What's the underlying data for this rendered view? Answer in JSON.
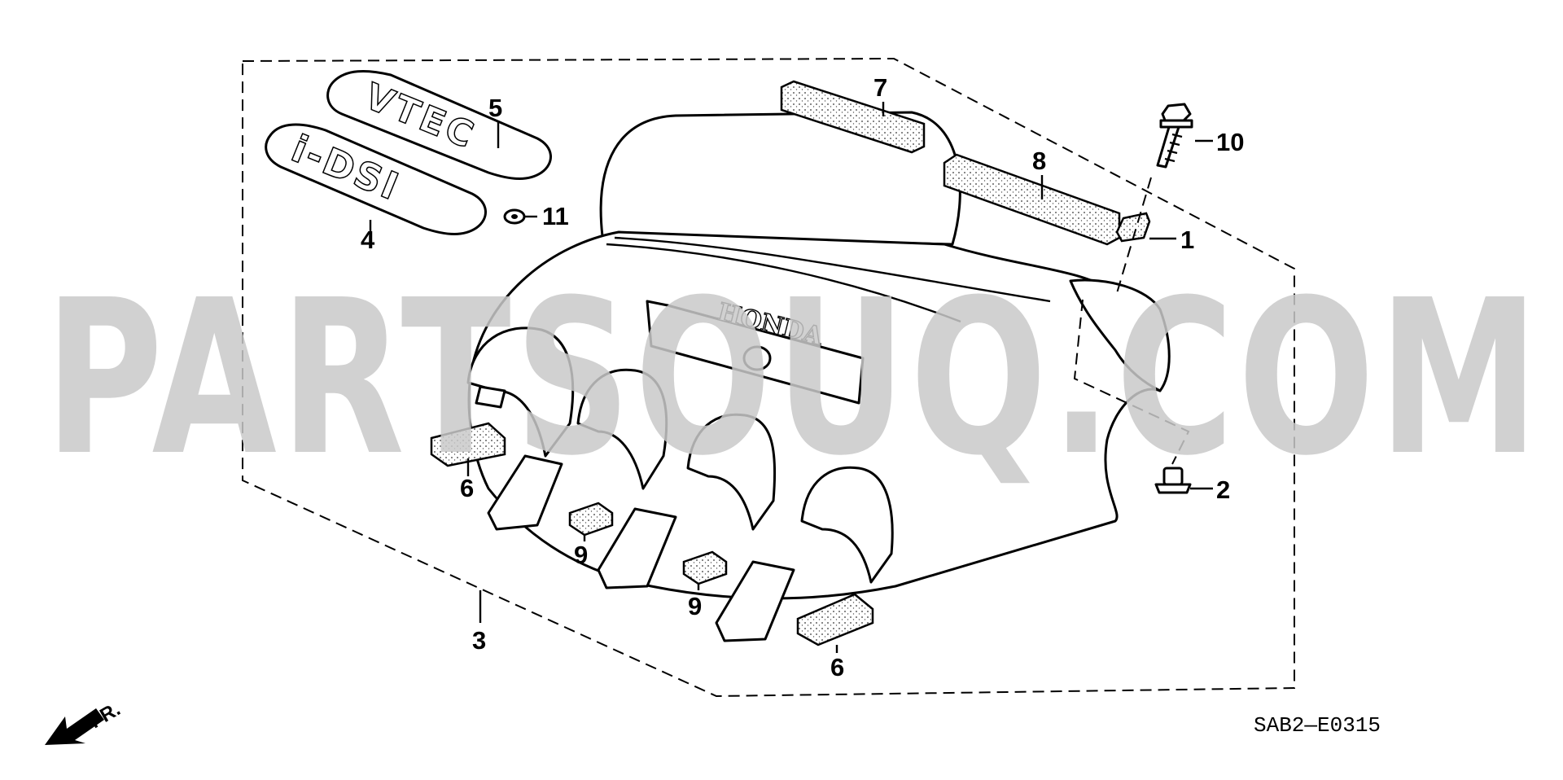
{
  "diagram": {
    "watermark": "PARTSOUQ.COM",
    "diagram_code": "SAB2—E0315",
    "front_indicator": "FR.",
    "cover_brand": "HONDA",
    "emblem_vtec_text": "VTEC",
    "emblem_idsi_text": "i-DSI",
    "callouts": [
      {
        "id": "1",
        "label": "1"
      },
      {
        "id": "2",
        "label": "2"
      },
      {
        "id": "3",
        "label": "3"
      },
      {
        "id": "4",
        "label": "4"
      },
      {
        "id": "5",
        "label": "5"
      },
      {
        "id": "6a",
        "label": "6"
      },
      {
        "id": "6b",
        "label": "6"
      },
      {
        "id": "7",
        "label": "7"
      },
      {
        "id": "8",
        "label": "8"
      },
      {
        "id": "9a",
        "label": "9"
      },
      {
        "id": "9b",
        "label": "9"
      },
      {
        "id": "10",
        "label": "10"
      },
      {
        "id": "11",
        "label": "11"
      }
    ]
  }
}
